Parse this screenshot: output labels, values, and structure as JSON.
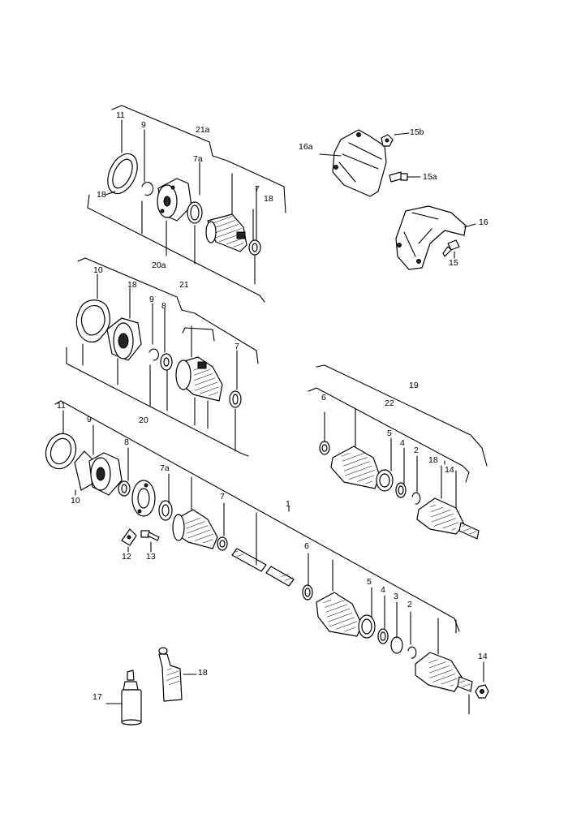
{
  "diagram": {
    "labels": {
      "l_11a": "11",
      "l_9a": "9",
      "l_21a": "21a",
      "l_7a_top": "7a",
      "l_7_top": "7",
      "l_18_tr": "18",
      "l_18_tl": "18",
      "l_20a": "20a",
      "l_10b": "10",
      "l_18b": "18",
      "l_21": "21",
      "l_9b": "9",
      "l_8b": "8",
      "l_7b": "7",
      "l_20": "20",
      "l_11c": "11",
      "l_9c": "9",
      "l_8c": "8",
      "l_7ac": "7a",
      "l_10c": "10",
      "l_7c": "7",
      "l_1": "1",
      "l_12": "12",
      "l_13": "13",
      "l_6r": "6",
      "l_5r": "5",
      "l_4r": "4",
      "l_3r": "3",
      "l_2r": "2",
      "l_14r": "14",
      "l_17": "17",
      "l_18bot": "18",
      "l_15b": "15b",
      "l_16a": "16a",
      "l_15a": "15a",
      "l_16": "16",
      "l_15": "15",
      "l_19": "19",
      "l_22": "22",
      "l_6s": "6",
      "l_5s": "5",
      "l_4s": "4",
      "l_2s": "2",
      "l_18s": "18",
      "l_14s": "14"
    }
  }
}
